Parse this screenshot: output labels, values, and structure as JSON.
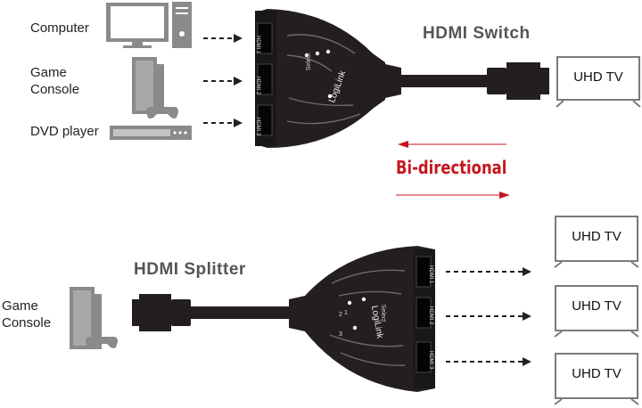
{
  "top": {
    "sources": [
      "Computer",
      "Game\nConsole",
      "DVD player"
    ],
    "title": "HDMI Switch",
    "display": "UHD TV"
  },
  "middle": {
    "label": "Bi-directional"
  },
  "bottom": {
    "title": "HDMI Splitter",
    "source": "Game\nConsole",
    "displays": [
      "UHD TV",
      "UHD TV",
      "UHD TV"
    ]
  },
  "device": {
    "brand": "LogiLink",
    "select_label": "Select",
    "port_labels": [
      "HDMI 1",
      "HDMI 2",
      "HDMI 3"
    ],
    "port_numbers": [
      "1",
      "2",
      "3"
    ]
  },
  "colors": {
    "accent": "#c5161d",
    "device_body": "#231f20",
    "icon_gray": "#8a8a8a",
    "arrow": "#222222"
  }
}
